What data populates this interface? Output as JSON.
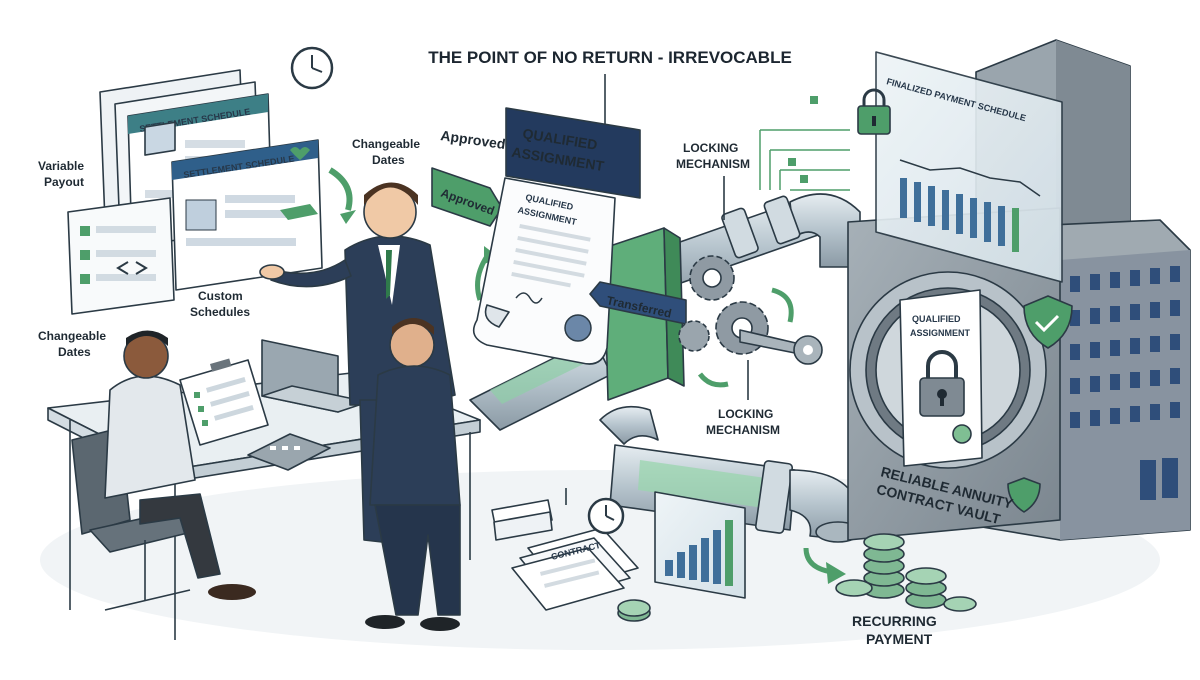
{
  "title": "THE POINT OF NO RETURN - IRREVOCABLE",
  "left": {
    "variable_payout": [
      "Variable",
      "Payout"
    ],
    "changeable_dates_top": [
      "Changeable",
      "Dates"
    ],
    "custom_schedules": [
      "Custom",
      "Schedules"
    ],
    "changeable_dates_bottom": [
      "Changeable",
      "Dates"
    ],
    "schedule_card_title": "SETTLEMENT SCHEDULE"
  },
  "center": {
    "approved_label": "Approved",
    "approved_tag": "Approved",
    "qa_banner": [
      "QUALIFIED",
      "ASSIGNMENT"
    ],
    "qa_scroll": [
      "QUALIFIED",
      "ASSIGNMENT"
    ],
    "transferred_tag": "Transferred",
    "locking_top": [
      "LOCKING",
      "MECHANISM"
    ],
    "locking_bottom": [
      "LOCKING",
      "MECHANISM"
    ],
    "contract_label": "CONTRACT"
  },
  "right": {
    "finalized_schedule": "FINALIZED PAYMENT SCHEDULE",
    "vault_doc": [
      "QUALIFIED",
      "ASSIGNMENT"
    ],
    "vault_label": [
      "RELIABLE ANNUITY",
      "CONTRACT VAULT"
    ],
    "recurring_payment": [
      "RECURRING",
      "PAYMENT"
    ]
  },
  "colors": {
    "accent_green": "#4e9e6a",
    "navy": "#233a5e",
    "pipe": "#b9c6cf",
    "vault": "#8f9aa3"
  }
}
